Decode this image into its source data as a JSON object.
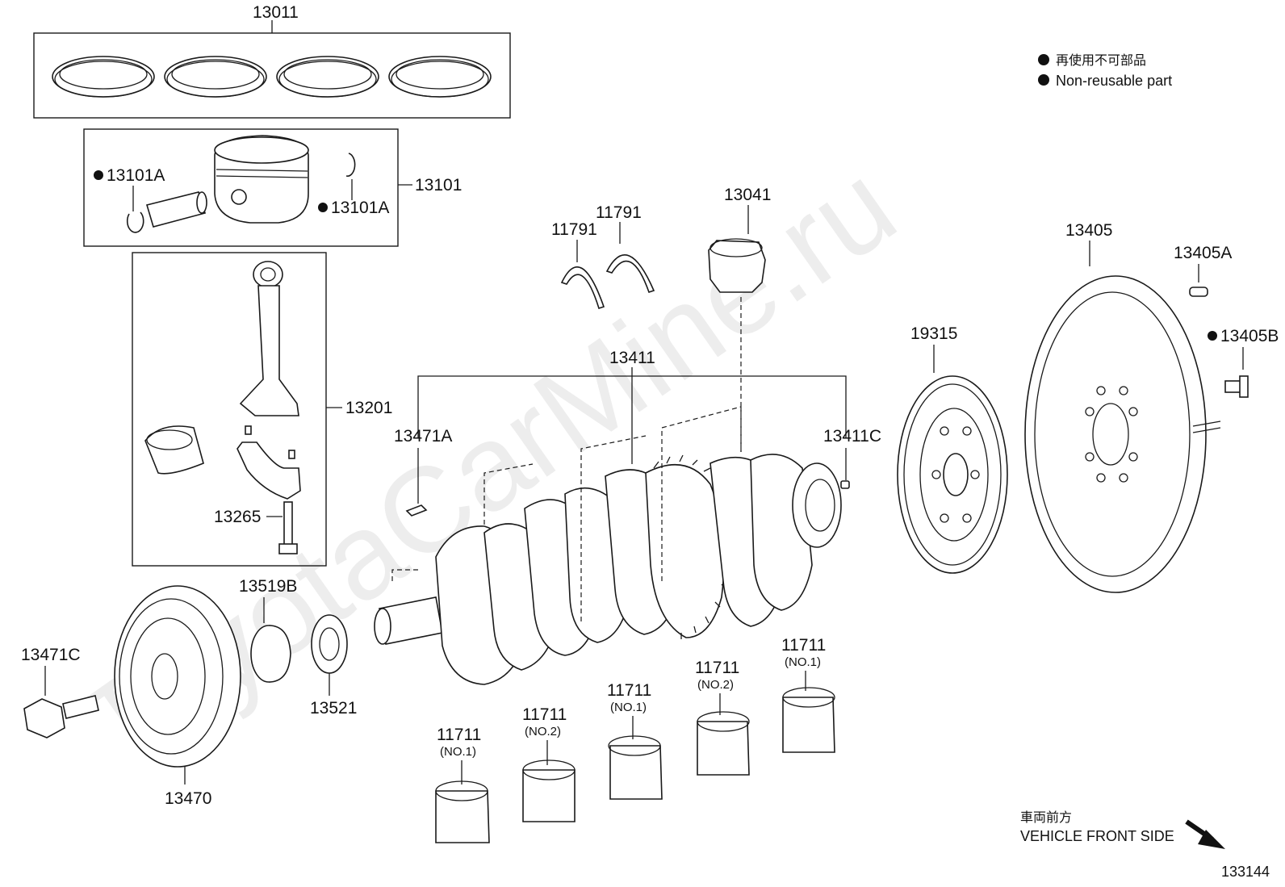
{
  "watermark": "ToyotaCarMine.ru",
  "legend": {
    "jp": "再使用不可部品",
    "en": "Non-reusable part"
  },
  "front_side": {
    "jp": "車両前方",
    "en": "VEHICLE FRONT SIDE"
  },
  "illustration_number": "133144",
  "parts": {
    "rings": "13011",
    "piston_set": "13101",
    "pin_clip_left": "13101A",
    "pin_clip_right": "13101A",
    "connecting_rod": "13201",
    "rod_bolt": "13265",
    "bearing_11791_a": "11791",
    "bearing_11791_b": "11791",
    "thrust_13041": "13041",
    "crankshaft": "13411",
    "key_13471A": "13471A",
    "pin_13411C": "13411C",
    "timing_rotor": "19315",
    "flywheel": "13405",
    "flywheel_pin": "13405A",
    "flywheel_bolt": "13405B",
    "gear_13519B": "13519B",
    "gear_13521": "13521",
    "pulley_bolt": "13471C",
    "pulley": "13470",
    "main_bearing_1": "11711",
    "main_bearing_2": "11711",
    "main_bearing_3": "11711",
    "main_bearing_4": "11711",
    "main_bearing_5": "11711"
  },
  "bearing_notes": {
    "no1": "(NO.1)",
    "no2": "(NO.2)"
  }
}
